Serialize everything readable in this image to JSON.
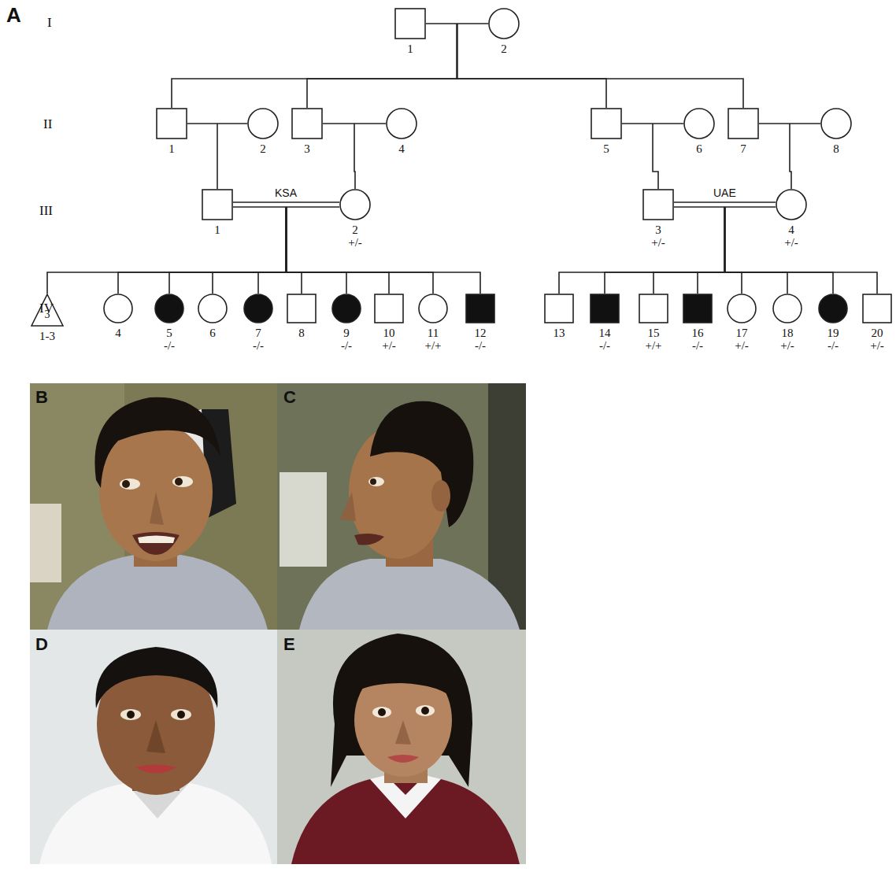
{
  "diagram": {
    "nodes": [
      {
        "text": [
          "1"
        ]
      },
      {
        "text": [
          "2"
        ]
      },
      {
        "text": [
          "1"
        ]
      },
      {
        "text": [
          "2"
        ]
      },
      {
        "text": [
          "3"
        ]
      },
      {
        "text": [
          "4"
        ]
      },
      {
        "text": [
          "5"
        ]
      },
      {
        "text": [
          "6"
        ]
      },
      {
        "text": [
          "7"
        ]
      },
      {
        "text": [
          "8"
        ]
      },
      {
        "text": [
          "1"
        ]
      },
      {
        "text": [
          "2",
          "+/-"
        ]
      },
      {
        "text": [
          "3",
          "+/-"
        ]
      },
      {
        "text": [
          "4",
          "+/-"
        ]
      },
      {
        "text": [
          "3",
          "1-3"
        ]
      },
      {
        "text": [
          "4"
        ]
      },
      {
        "text": [
          "5",
          "-/-"
        ]
      },
      {
        "text": [
          "6"
        ]
      },
      {
        "text": [
          "7",
          "-/-"
        ]
      },
      {
        "text": [
          "8"
        ]
      },
      {
        "text": [
          "9",
          "-/-"
        ]
      },
      {
        "text": [
          "10",
          "+/-"
        ]
      },
      {
        "text": [
          "11",
          "+/+"
        ]
      },
      {
        "text": [
          "12",
          "-/-"
        ]
      },
      {
        "text": [
          "13"
        ]
      },
      {
        "text": [
          "14",
          "-/-"
        ]
      },
      {
        "text": [
          "15",
          "+/+"
        ]
      },
      {
        "text": [
          "16",
          "-/-"
        ]
      },
      {
        "text": [
          "17",
          "+/-"
        ]
      },
      {
        "text": [
          "18",
          "+/-"
        ]
      },
      {
        "text": [
          "19",
          "-/-"
        ]
      },
      {
        "text": [
          "20",
          "+/-"
        ]
      }
    ],
    "edges": [
      {
        "from": 0,
        "to": 1,
        "arrow": "none"
      },
      {
        "from": 2,
        "to": 3,
        "arrow": "none"
      },
      {
        "from": 4,
        "to": 5,
        "arrow": "none"
      },
      {
        "from": 6,
        "to": 7,
        "arrow": "none"
      },
      {
        "from": 8,
        "to": 9,
        "arrow": "none"
      },
      {
        "from": 10,
        "to": 11,
        "label": "KSA",
        "arrow": "none"
      },
      {
        "from": 12,
        "to": 13,
        "label": "UAE",
        "arrow": "none"
      },
      {
        "from": 0,
        "to": 2,
        "arrow": "none"
      },
      {
        "from": 0,
        "to": 4,
        "arrow": "none"
      },
      {
        "from": 0,
        "to": 6,
        "arrow": "none"
      },
      {
        "from": 0,
        "to": 8,
        "arrow": "none"
      },
      {
        "from": 2,
        "to": 10,
        "arrow": "none"
      },
      {
        "from": 4,
        "to": 11,
        "arrow": "none"
      },
      {
        "from": 6,
        "to": 12,
        "arrow": "none"
      },
      {
        "from": 8,
        "to": 13,
        "arrow": "none"
      },
      {
        "from": 10,
        "to": 14,
        "arrow": "none"
      },
      {
        "from": 10,
        "to": 15,
        "arrow": "none"
      },
      {
        "from": 10,
        "to": 16,
        "arrow": "none"
      },
      {
        "from": 10,
        "to": 17,
        "arrow": "none"
      },
      {
        "from": 10,
        "to": 18,
        "arrow": "none"
      },
      {
        "from": 10,
        "to": 19,
        "arrow": "none"
      },
      {
        "from": 10,
        "to": 20,
        "arrow": "none"
      },
      {
        "from": 10,
        "to": 21,
        "arrow": "none"
      },
      {
        "from": 10,
        "to": 22,
        "arrow": "none"
      },
      {
        "from": 10,
        "to": 23,
        "arrow": "none"
      },
      {
        "from": 12,
        "to": 24,
        "arrow": "none"
      },
      {
        "from": 12,
        "to": 25,
        "arrow": "none"
      },
      {
        "from": 12,
        "to": 26,
        "arrow": "none"
      },
      {
        "from": 12,
        "to": 27,
        "arrow": "none"
      },
      {
        "from": 12,
        "to": 28,
        "arrow": "none"
      },
      {
        "from": 12,
        "to": 29,
        "arrow": "none"
      },
      {
        "from": 12,
        "to": 30,
        "arrow": "none"
      },
      {
        "from": 12,
        "to": 31,
        "arrow": "none"
      }
    ],
    "labels": [
      "A",
      "I",
      "II",
      "III",
      "IV",
      "B",
      "C",
      "D",
      "E"
    ]
  }
}
